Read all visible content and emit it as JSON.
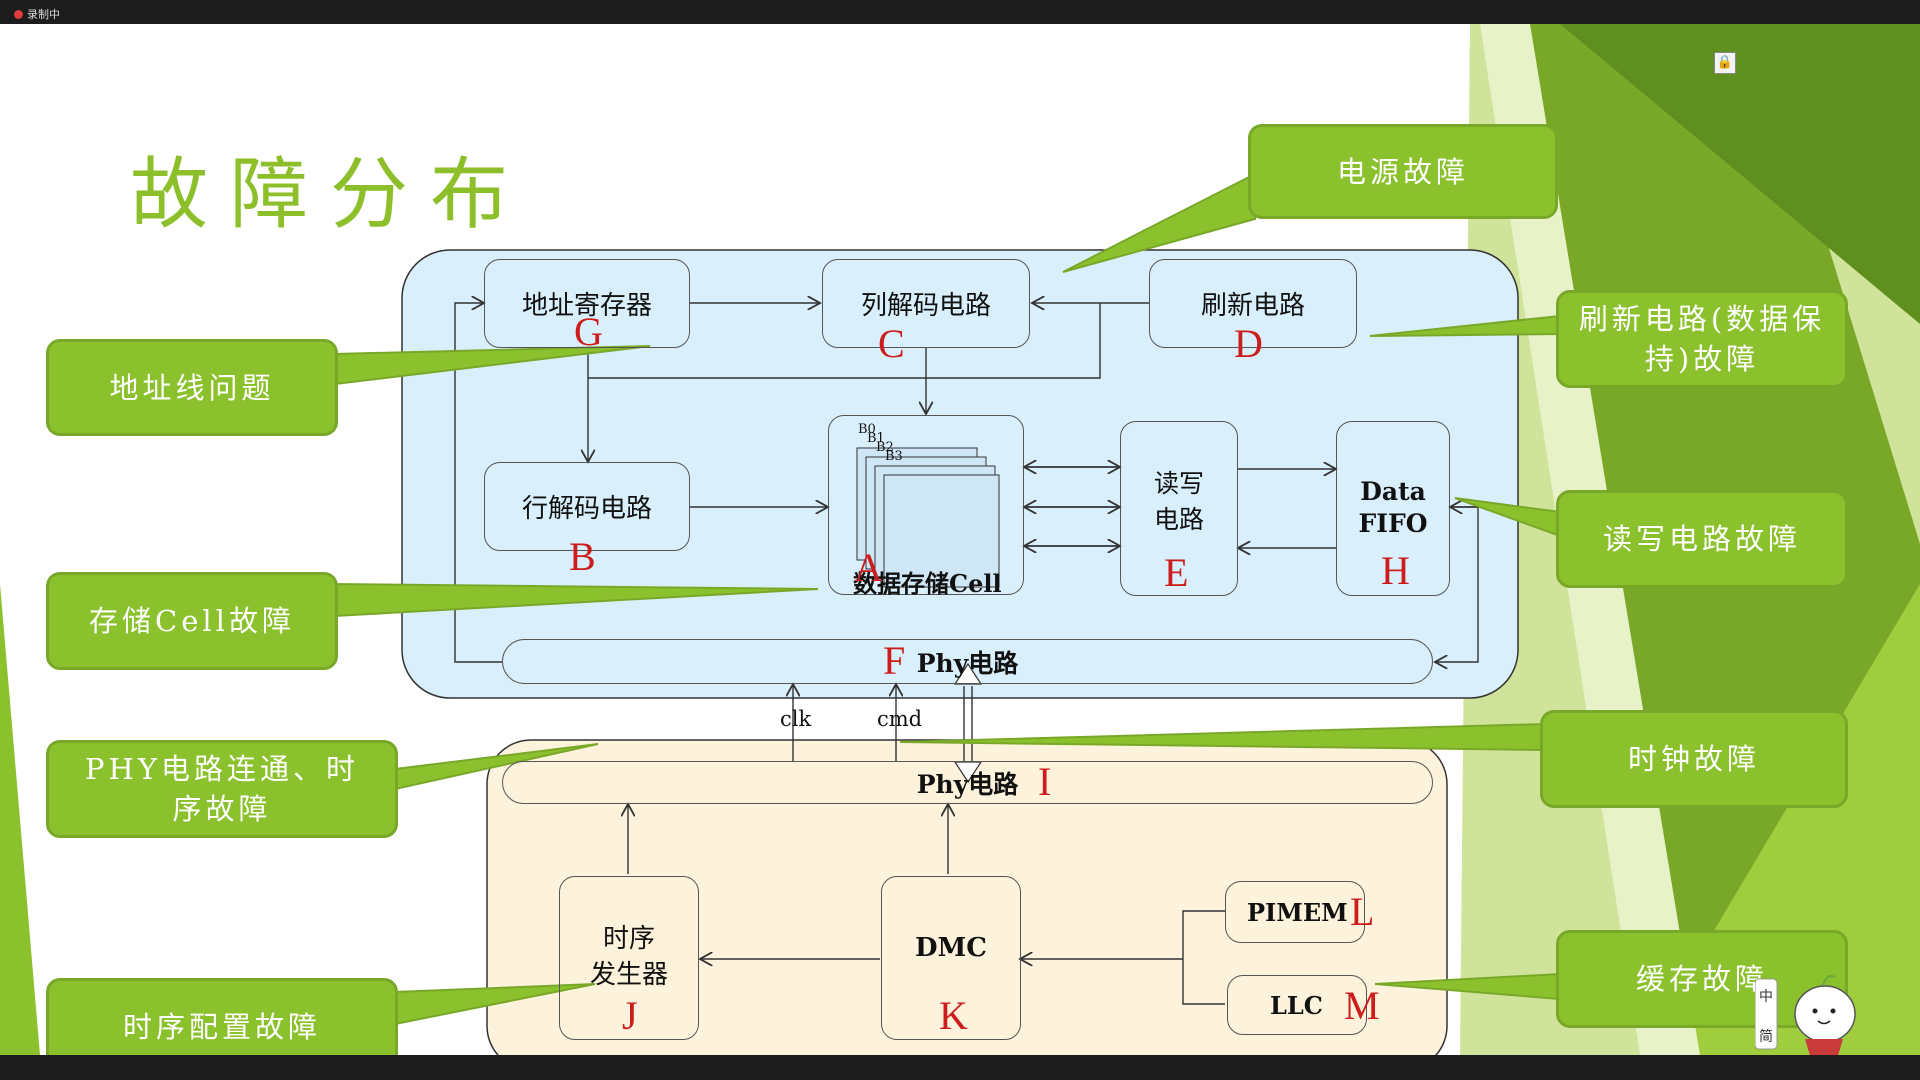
{
  "window": {
    "recording_label": "录制中"
  },
  "slide": {
    "title": "故障分布",
    "callouts": {
      "power": "电源故障",
      "address": "地址线问题",
      "refresh": "刷新电路(数据保持)故障",
      "cell": "存储Cell故障",
      "rw": "读写电路故障",
      "phy": "PHY电路连通、时序故障",
      "clock": "时钟故障",
      "timing": "时序配置故障",
      "cache": "缓存故障"
    },
    "diagram": {
      "addr_reg": "地址寄存器",
      "col_dec": "列解码电路",
      "refresh": "刷新电路",
      "row_dec": "行解码电路",
      "data_cell": "数据存储Cell",
      "banks": [
        "B0",
        "B1",
        "B2",
        "B3"
      ],
      "rw_line1": "读写",
      "rw_line2": "电路",
      "fifo_line1": "Data",
      "fifo_line2": "FIFO",
      "phy_top": "Phy电路",
      "phy_bottom": "Phy电路",
      "clk": "clk",
      "cmd": "cmd",
      "timing_line1": "时序",
      "timing_line2": "发生器",
      "dmc": "DMC",
      "pimem": "PIMEM",
      "llc": "LLC",
      "letters": {
        "A": "A",
        "B": "B",
        "C": "C",
        "D": "D",
        "E": "E",
        "F": "F",
        "G": "G",
        "H": "H",
        "I": "I",
        "J": "J",
        "K": "K",
        "L": "L",
        "M": "M"
      }
    },
    "colors": {
      "green": "#8cc12e",
      "dram_fill": "#d9effb",
      "ctrl_fill": "#fdf3dc",
      "letter_red": "#cc1c1c"
    }
  }
}
